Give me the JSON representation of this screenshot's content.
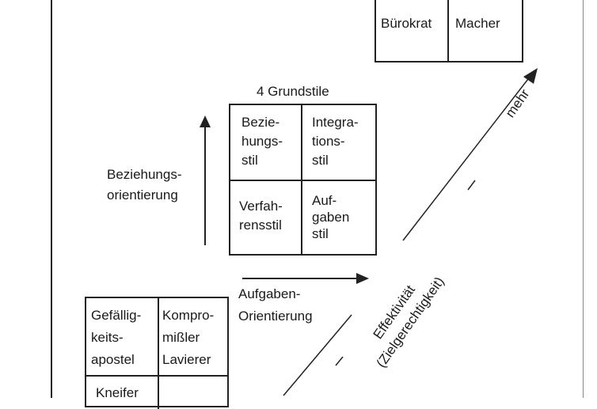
{
  "top_grid": {
    "left": "Bürokrat",
    "right": "Macher"
  },
  "center_grid": {
    "title": "4 Grundstile",
    "top_left": [
      "Bezie-",
      "hungs-",
      "stil"
    ],
    "top_right": [
      "Integra-",
      "tions-",
      "stil"
    ],
    "bottom_left": [
      "Verfah-",
      "rensstil"
    ],
    "bottom_right": [
      "Auf-",
      "gaben",
      "stil"
    ]
  },
  "axis_labels": {
    "y_axis": [
      "Beziehungs-",
      "orientierung"
    ],
    "x_axis": [
      "Aufgaben-",
      "Orientierung"
    ],
    "diagonal_more": "mehr",
    "diagonal_effect": "Effektivität",
    "diagonal_effect_sub": "(Zielgerechtigkeit)"
  },
  "bottom_grid": {
    "top_left": [
      "Gefällig-",
      "keits-",
      "apostel"
    ],
    "top_right": [
      "Kompro-",
      "mißler",
      "Lavierer"
    ],
    "bottom_left": [
      "Kneifer"
    ]
  }
}
